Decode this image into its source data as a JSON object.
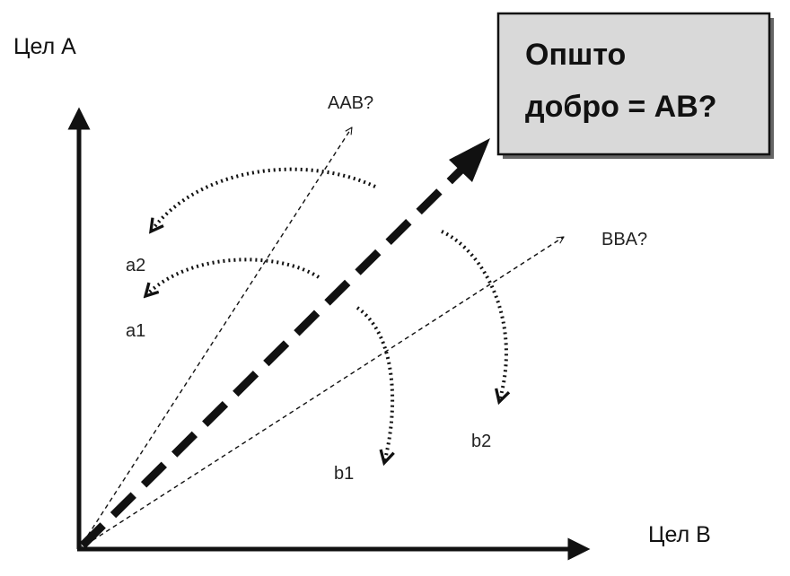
{
  "diagram": {
    "axis_y_label": "Цел А",
    "axis_x_label": "Цел B",
    "vector_aab_label": "AAB?",
    "vector_bba_label": "BBA?",
    "point_a1": "a1",
    "point_a2": "a2",
    "point_b1": "b1",
    "point_b2": "b2",
    "callout_line1": "Општо",
    "callout_line2": "добро = AB?",
    "colors": {
      "stroke": "#111111",
      "callout_fill": "#d9d9d9",
      "shadow": "#666666"
    }
  }
}
